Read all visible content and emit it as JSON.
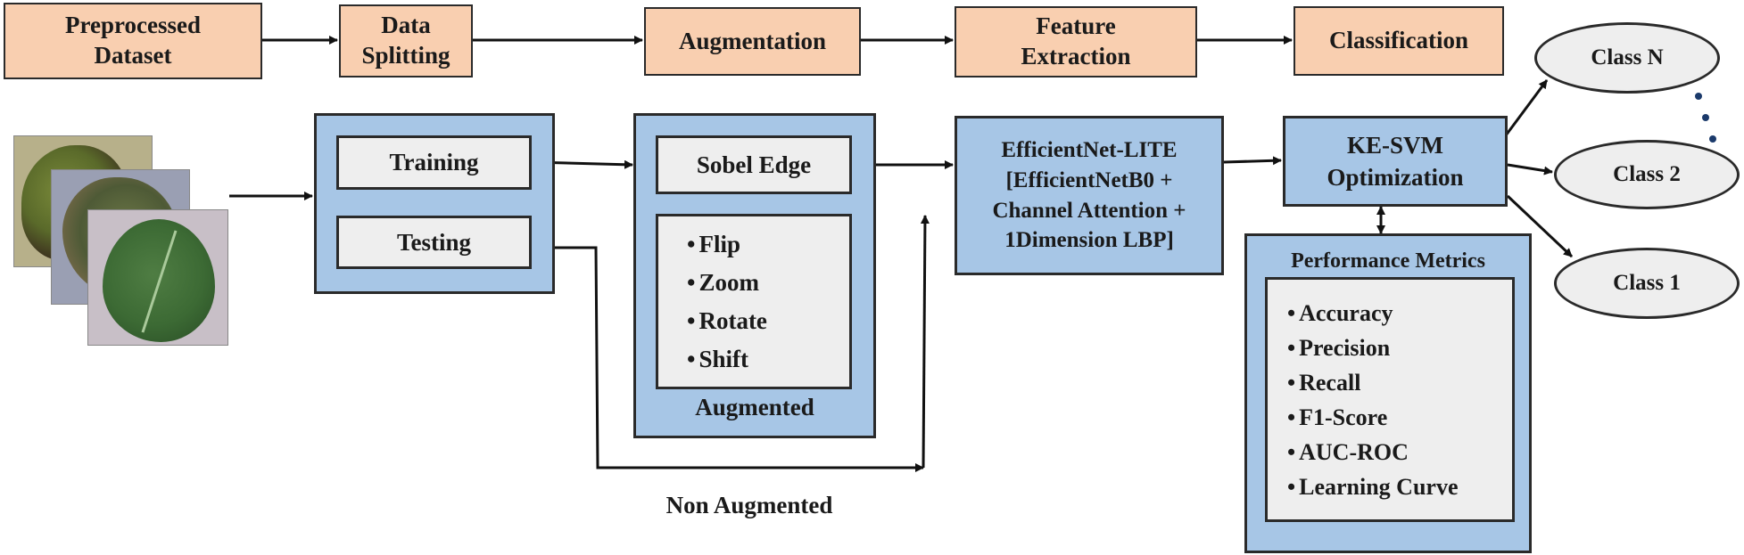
{
  "stages": {
    "preprocessed": [
      "Preprocessed",
      "Dataset"
    ],
    "splitting": [
      "Data",
      "Splitting"
    ],
    "augmentation": "Augmentation",
    "feature": [
      "Feature",
      "Extraction"
    ],
    "classification": "Classification"
  },
  "split": {
    "training": "Training",
    "testing": "Testing"
  },
  "augment": {
    "sobel": "Sobel Edge",
    "ops": [
      "Flip",
      "Zoom",
      "Rotate",
      "Shift"
    ],
    "caption": "Augmented"
  },
  "non_augmented": "Non Augmented",
  "model": [
    "EfficientNet-LITE",
    "[EfficientNetB0 +",
    "Channel Attention +",
    "1Dimension LBP]"
  ],
  "classifier": [
    "KE-SVM",
    "Optimization"
  ],
  "metrics": {
    "title": "Performance Metrics",
    "items": [
      "Accuracy",
      "Precision",
      "Recall",
      "F1-Score",
      "AUC-ROC",
      "Learning Curve"
    ]
  },
  "classes": [
    "Class N",
    "Class 2",
    "Class 1"
  ],
  "colors": {
    "stage_fill": "#f9cfb0",
    "panel_fill": "#a7c6e6",
    "inner_fill": "#eeeeee",
    "line": "#111111"
  }
}
